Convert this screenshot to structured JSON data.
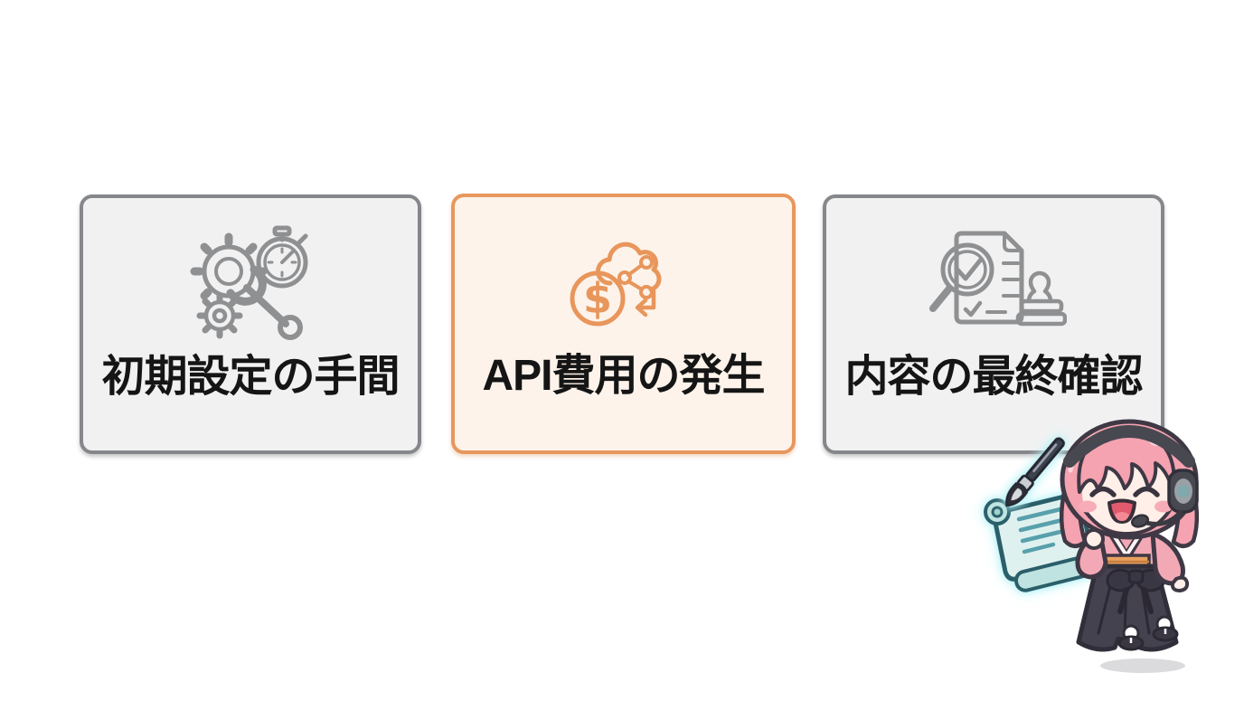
{
  "page": {
    "background_color": "#ffffff",
    "text_color": "#151515"
  },
  "cards": [
    {
      "title": "初期設定の手間",
      "icon": "gears-wrench-stopwatch-icon",
      "border_color": "#85878a",
      "background_color": "#f1f1f2",
      "icon_color": "#8f9091",
      "highlighted": false
    },
    {
      "title": "API費用の発生",
      "icon": "dollar-cloud-api-icon",
      "border_color": "#e8975d",
      "background_color": "#fdf3ea",
      "icon_color": "#e8965c",
      "highlighted": true
    },
    {
      "title": "内容の最終確認",
      "icon": "document-magnifier-stamp-icon",
      "border_color": "#85878a",
      "background_color": "#f1f1f2",
      "icon_color": "#8f9091",
      "highlighted": false
    }
  ],
  "icon_labels": {
    "dollar_sign": "$"
  },
  "mascot": {
    "name": "chibi-assistant-girl",
    "items": [
      "glowing-scroll",
      "calligraphy-brush",
      "headset-with-mic"
    ],
    "hair_color": "#f5a3b1",
    "outline_color": "#3f3845",
    "skin_color": "#ffefe8",
    "blush_color": "#f7adb8",
    "mouth_color": "#e25a6e",
    "headset_color": "#474850",
    "headset_accent_color": "#7fa9ac",
    "kimono_color": "#f3a9b5",
    "obi_color": "#e9a160",
    "hakama_color": "#454250",
    "scroll_color": "#dff1ef",
    "scroll_roll_color": "#bfe3e0",
    "scroll_outline_color": "#2b5f6b",
    "scroll_line_color": "#58a0ac",
    "glow_color": "#a9eff4",
    "brush_handle_color": "#3e4350",
    "shadow_color": "#dbdbde"
  }
}
